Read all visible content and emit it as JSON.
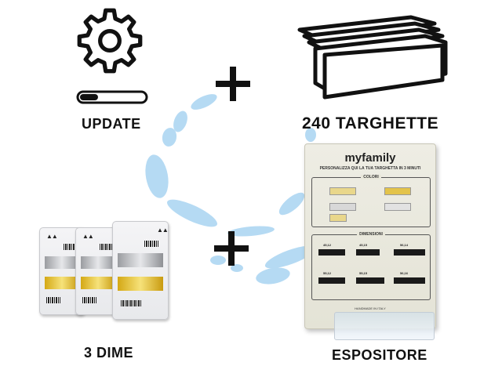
{
  "labels": {
    "update": "UPDATE",
    "targhette": "240 TARGHETTE",
    "dime": "3 DIME",
    "espositore": "ESPOSITORE"
  },
  "icons": {
    "update": "gear-icon",
    "progress": "progress-bar-icon",
    "targhette": "stacked-plates-icon",
    "plus": "plus-icon"
  },
  "update_progress": 0.28,
  "board": {
    "logo": "myfamily",
    "headline": "PERSONALIZZA QUI LA TUA TARGHETTA IN 3 MINUTI",
    "colors_title": "COLORI",
    "dims_title": "DIMENSIONI",
    "dims": [
      "45,12",
      "45,15",
      "56,14",
      "55,12",
      "55,15",
      "56,16"
    ],
    "footer": "HANDMADE IN ITALY"
  },
  "colors": {
    "text": "#111111",
    "accent_blue": "#a9d4f2",
    "gold": "#e3c34a",
    "silver": "#c0c2c6"
  }
}
